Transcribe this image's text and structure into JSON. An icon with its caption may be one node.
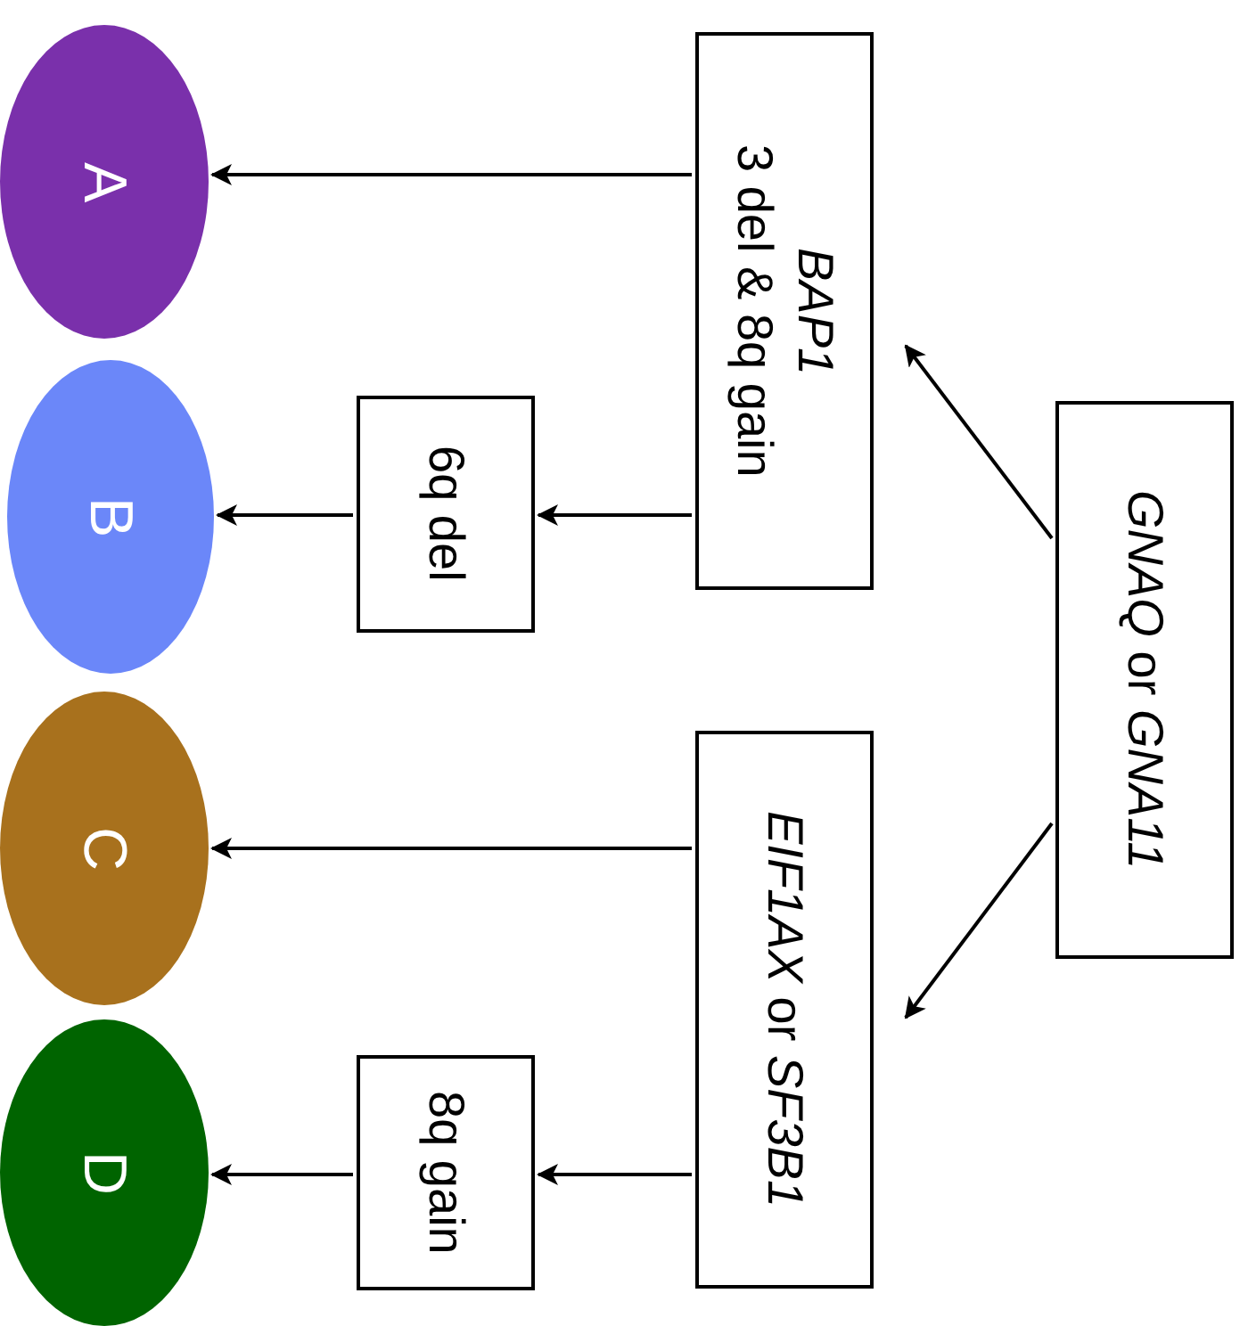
{
  "diagram": {
    "nodes": [
      {
        "text": [
          "*GNAQ* or *GNA11*"
        ]
      },
      {
        "text": [
          "BAP1",
          "3 del & 8q gain"
        ]
      },
      {
        "text": [
          "*EIF1AX* or *SF3B1*"
        ]
      },
      {
        "text": [
          "6q del"
        ]
      },
      {
        "text": [
          "8q gain"
        ]
      },
      {
        "text": [
          "A"
        ]
      },
      {
        "text": [
          "B"
        ]
      },
      {
        "text": [
          "C"
        ]
      },
      {
        "text": [
          "D"
        ]
      }
    ],
    "edges": [
      {
        "from": 0,
        "to": 1,
        "arrow": "to"
      },
      {
        "from": 0,
        "to": 2,
        "arrow": "to"
      },
      {
        "from": 1,
        "to": 5,
        "arrow": "to"
      },
      {
        "from": 1,
        "to": 3,
        "arrow": "to"
      },
      {
        "from": 3,
        "to": 6,
        "arrow": "to"
      },
      {
        "from": 2,
        "to": 7,
        "arrow": "to"
      },
      {
        "from": 2,
        "to": 4,
        "arrow": "to"
      },
      {
        "from": 4,
        "to": 8,
        "arrow": "to"
      }
    ]
  }
}
